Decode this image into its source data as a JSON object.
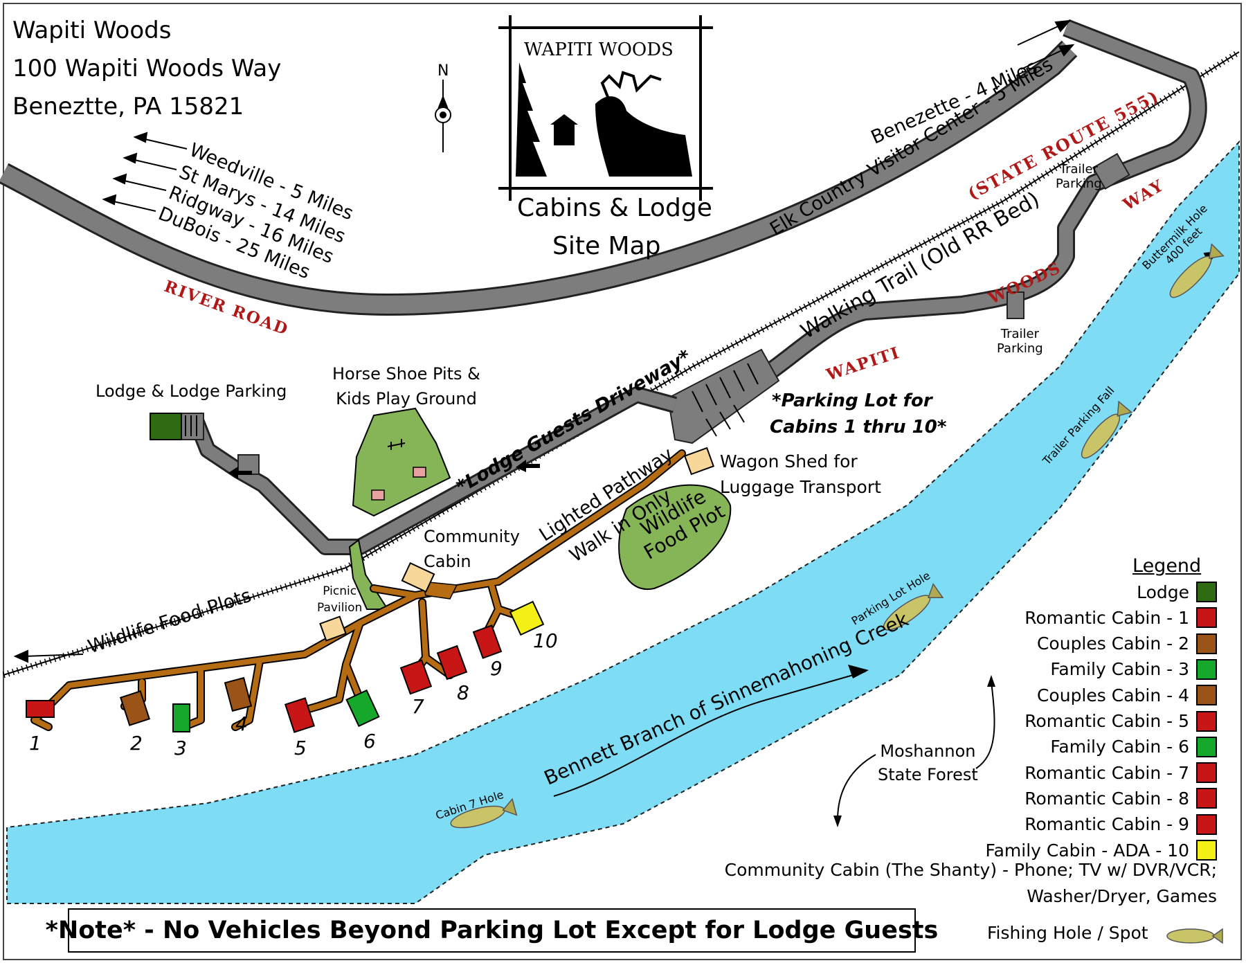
{
  "address": {
    "line1": "Wapiti Woods",
    "line2": "100 Wapiti Woods Way",
    "line3": "Beneztte, PA 15821"
  },
  "logo": {
    "brand": "WAPITI WOODS",
    "title1": "Cabins & Lodge",
    "title2": "Site Map"
  },
  "compass": {
    "north": "N"
  },
  "directions_west": [
    "Weedville - 5 Miles",
    "St Marys - 14 Miles",
    "Ridgway - 16 Miles",
    "DuBois - 25 Miles"
  ],
  "directions_east": [
    "Benezette - 4 Miles",
    "Elk Country Visitor Center - 5 Miles"
  ],
  "roads": {
    "river_road": "RIVER ROAD",
    "state_route": "(STATE ROUTE 555)",
    "way": "WAY",
    "woods": "WOODS",
    "wapiti": "WAPITI",
    "walking_trail": "Walking Trail (Old RR Bed)",
    "driveway": "*Lodge Guests Driveway*",
    "wildlife_plots": "Wildlife Food Plots"
  },
  "places": {
    "trailer_parking_top": [
      "Trailer",
      "Parking"
    ],
    "trailer_parking_mid": [
      "Trailer",
      "Parking"
    ],
    "lodge": "Lodge & Lodge Parking",
    "horseshoe": [
      "Horse Shoe Pits &",
      "Kids Play Ground"
    ],
    "parking_lot": [
      "*Parking Lot for",
      "Cabins 1 thru 10*"
    ],
    "wagon_shed": [
      "Wagon Shed for",
      "Luggage Transport"
    ],
    "community": [
      "Community",
      "Cabin"
    ],
    "lighted": "Lighted Pathway",
    "walk_in": "Walk in Only",
    "food_plot": [
      "Wildlife",
      "Food Plot"
    ],
    "picnic": [
      "Picnic",
      "Pavilion"
    ],
    "forest": [
      "Moshannon",
      "State Forest"
    ],
    "creek": "Bennett Branch of Sinnemahoning Creek"
  },
  "fishing_holes": {
    "buttermilk": [
      "Buttermilk Hole",
      "400 feet"
    ],
    "trailer_fall": "Trailer Parking Fall",
    "parking_lot_hole": "Parking Lot Hole",
    "cabin7": "Cabin 7 Hole"
  },
  "cabin_numbers": [
    "1",
    "2",
    "3",
    "4",
    "5",
    "6",
    "7",
    "8",
    "9",
    "10"
  ],
  "legend": {
    "title": "Legend",
    "items": [
      {
        "label": "Lodge",
        "color": "#2e6b12"
      },
      {
        "label": "Romantic Cabin - 1",
        "color": "#c81616"
      },
      {
        "label": "Couples Cabin - 2",
        "color": "#9a5418"
      },
      {
        "label": "Family Cabin - 3",
        "color": "#16a82a"
      },
      {
        "label": "Couples Cabin - 4",
        "color": "#9a5418"
      },
      {
        "label": "Romantic Cabin - 5",
        "color": "#c81616"
      },
      {
        "label": "Family Cabin - 6",
        "color": "#16a82a"
      },
      {
        "label": "Romantic Cabin - 7",
        "color": "#c81616"
      },
      {
        "label": "Romantic Cabin - 8",
        "color": "#c81616"
      },
      {
        "label": "Romantic Cabin - 9",
        "color": "#c81616"
      },
      {
        "label": "Family Cabin - ADA - 10",
        "color": "#f4f016"
      }
    ],
    "community_note": [
      "Community Cabin (The Shanty) - Phone; TV w/ DVR/VCR;",
      "Washer/Dryer, Games"
    ],
    "fishing": "Fishing  Hole / Spot"
  },
  "note": "*Note* - No Vehicles Beyond Parking Lot Except for Lodge Guests",
  "colors": {
    "road": "#7d7d7d",
    "creek": "#7fdcf5",
    "path": "#b56c12",
    "grass": "#86b558",
    "shed": "#f7d89a"
  }
}
